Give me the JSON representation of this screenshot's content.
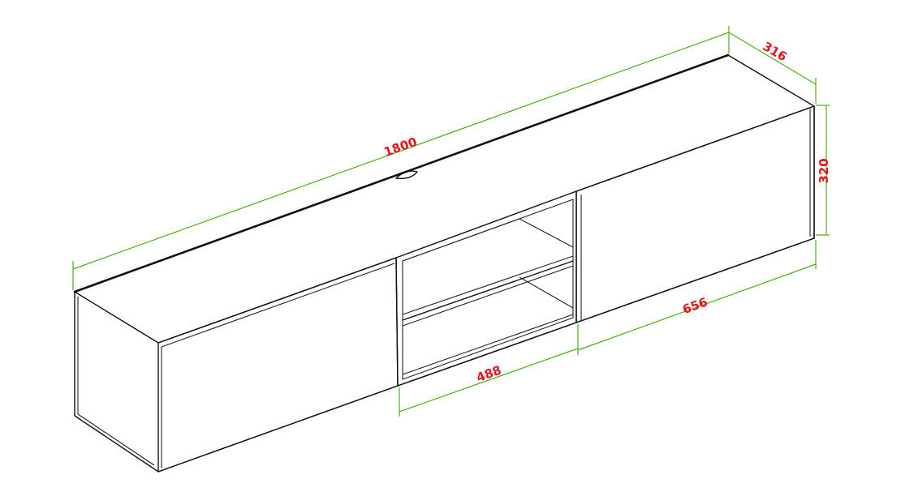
{
  "dimensions": {
    "total_length": "1800",
    "depth": "316",
    "height": "320",
    "door_width": "656",
    "opening_width": "488"
  },
  "colors": {
    "outline": "#111111",
    "dimension_line": "#4caf1a",
    "dimension_text": "#e8141b",
    "background": "#ffffff"
  }
}
